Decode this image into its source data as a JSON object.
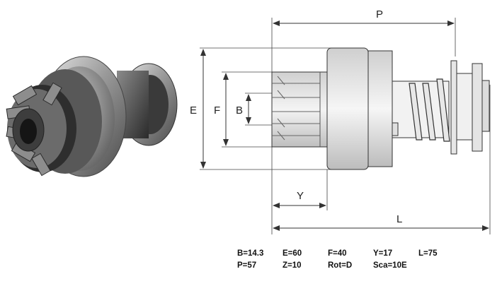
{
  "photo": {
    "name": "starter drive pinion photo"
  },
  "dimensions": {
    "P": "P",
    "E": "E",
    "F": "F",
    "B": "B",
    "Y": "Y",
    "L": "L"
  },
  "specs": {
    "row1": [
      "B=14.3",
      "E=60",
      "F=40",
      "Y=17",
      "L=75"
    ],
    "row2": [
      "P=57",
      "Z=10",
      "Rot=D",
      "Sca=10E"
    ]
  }
}
